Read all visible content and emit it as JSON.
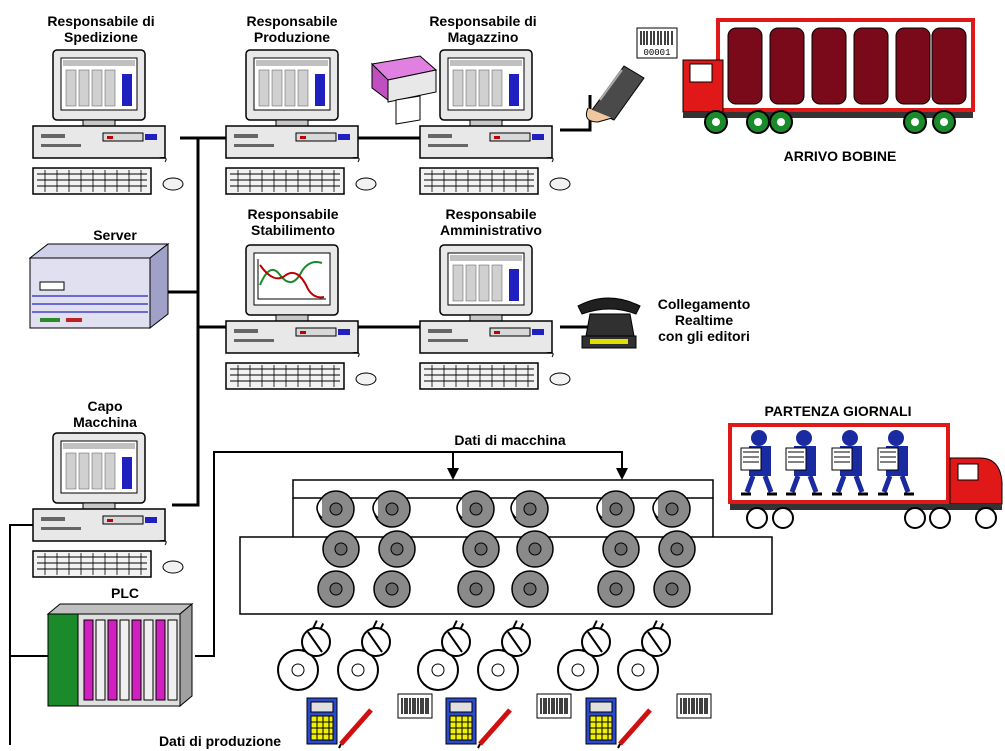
{
  "labels": {
    "resp_spedizione": "Responsabile di\nSpedizione",
    "resp_produzione": "Responsabile\nProduzione",
    "resp_magazzino": "Responsabile di\nMagazzino",
    "arrivo_bobine": "ARRIVO BOBINE",
    "server": "Server",
    "resp_stabilimento": "Responsabile\nStabilimento",
    "resp_amministrativo": "Responsabile\nAmministrativo",
    "collegamento": "Collegamento\nRealtime\ncon gli editori",
    "capo_macchina": "Capo\nMacchina",
    "partenza_giornali": "PARTENZA GIORNALI",
    "dati_macchina": "Dati di macchina",
    "plc": "PLC",
    "dati_produzione": "Dati di produzione"
  },
  "barcode_text": "00001",
  "colors": {
    "network_line": "#000000",
    "truck_red": "#e01818",
    "reel_dark": "#7a0a1a",
    "screen_blue": "#2020c0",
    "plc_green": "#1a8a2a",
    "plc_magenta": "#d020c0",
    "worker_blue": "#1a2aa0",
    "press_gray": "#8a8a8a"
  }
}
